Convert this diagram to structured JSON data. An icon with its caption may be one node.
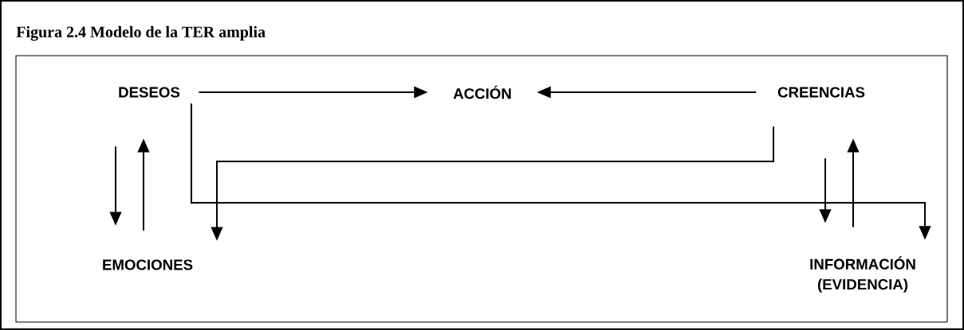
{
  "diagram": {
    "title": "Figura 2.4 Modelo de la TER amplia",
    "nodes": [
      {
        "text": [
          "DESEOS"
        ]
      },
      {
        "text": [
          "ACCIÓN"
        ]
      },
      {
        "text": [
          "CREENCIAS"
        ]
      },
      {
        "text": [
          "EMOCIONES"
        ]
      },
      {
        "text": [
          "INFORMACIÓN (EVIDENCIA)"
        ]
      }
    ],
    "edges": [
      {
        "from": 0,
        "to": 1,
        "arrow": "to"
      },
      {
        "from": 2,
        "to": 1,
        "arrow": "to"
      },
      {
        "from": 0,
        "to": 3,
        "arrow": "to"
      },
      {
        "from": 3,
        "to": 0,
        "arrow": "to"
      },
      {
        "from": 0,
        "to": 4,
        "arrow": "to"
      },
      {
        "from": 2,
        "to": 3,
        "arrow": "to"
      },
      {
        "from": 2,
        "to": 4,
        "arrow": "to"
      },
      {
        "from": 4,
        "to": 2,
        "arrow": "to"
      }
    ]
  }
}
